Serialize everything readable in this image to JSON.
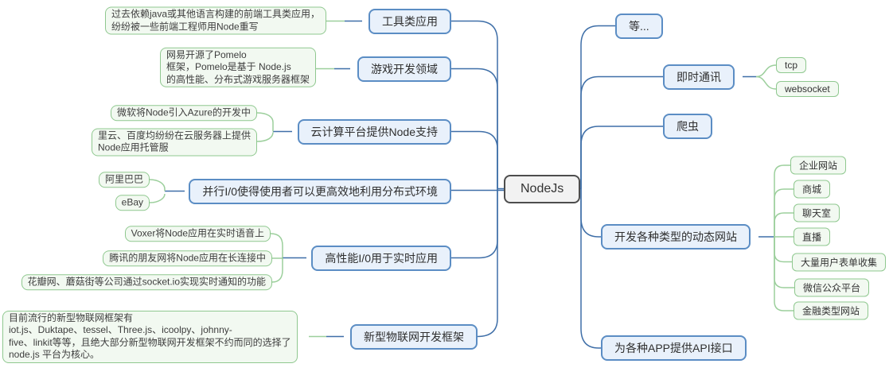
{
  "center": {
    "label": "NodeJs"
  },
  "left_branches": [
    {
      "label": "工具类应用",
      "notes": [
        "过去依赖java或其他语言构建的前端工具类应用，\n纷纷被一些前端工程师用Node重写"
      ]
    },
    {
      "label": "游戏开发领域",
      "notes": [
        "网易开源了Pomelo\n框架，Pomelo是基于 Node.js\n的高性能、分布式游戏服务器框架"
      ]
    },
    {
      "label": "云计算平台提供Node支持",
      "notes": [
        "微软将Node引入Azure的开发中",
        "里云、百度均纷纷在云服务器上提供\nNode应用托管服"
      ]
    },
    {
      "label": "并行I/0使得使用者可以更高效地利用分布式环境",
      "notes": [
        "阿里巴巴",
        "eBay"
      ]
    },
    {
      "label": "高性能I/0用于实时应用",
      "notes": [
        "Voxer将Node应用在实时语音上",
        "腾讯的朋友网将Node应用在长连接中",
        "花瓣网、蘑菇街等公司通过socket.io实现实时通知的功能"
      ]
    },
    {
      "label": "新型物联网开发框架",
      "notes": [
        "目前流行的新型物联网框架有\niot.js、Duktape、tessel、Three.js、icoolpy、johnny-\nfive、linkit等等，且绝大部分新型物联网开发框架不约而同的选择了\nnode.js 平台为核心。"
      ]
    }
  ],
  "right_branches": [
    {
      "label": "等..."
    },
    {
      "label": "即时通讯",
      "children": [
        "tcp",
        "websocket"
      ]
    },
    {
      "label": "爬虫"
    },
    {
      "label": "开发各种类型的动态网站",
      "children": [
        "企业网站",
        "商城",
        "聊天室",
        "直播",
        "大量用户表单收集",
        "微信公众平台",
        "金融类型网站"
      ]
    },
    {
      "label": "为各种APP提供API接口"
    }
  ],
  "colors": {
    "topic_fill": "#e9f1fb",
    "topic_border": "#5b8dc4",
    "note_fill": "#f2f9f1",
    "note_border": "#8fc88f",
    "center_fill": "#f2f2f2",
    "center_border": "#4d4d4d",
    "blue_line": "#3f6fa8",
    "green_line": "#9ccf9c"
  }
}
